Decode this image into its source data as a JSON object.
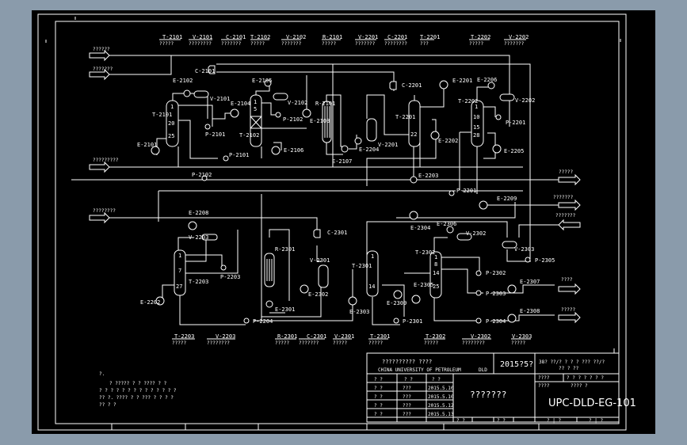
{
  "colors": {
    "background": "#8a9bab",
    "canvas": "#000000",
    "lines": "#ffffff"
  },
  "header_tags": [
    {
      "tag": "T-2101",
      "sub": "?????"
    },
    {
      "tag": "V-2101",
      "sub": "????????"
    },
    {
      "tag": "C-2101",
      "sub": "???????"
    },
    {
      "tag": "T-2102",
      "sub": "?????"
    },
    {
      "tag": "V-2102",
      "sub": "???????"
    },
    {
      "tag": "R-2101",
      "sub": "?????"
    },
    {
      "tag": "V-2201",
      "sub": "???????"
    },
    {
      "tag": "C-2201",
      "sub": "????????"
    },
    {
      "tag": "T-2201",
      "sub": "???"
    },
    {
      "tag": "T-2202",
      "sub": "?????"
    },
    {
      "tag": "V-2202",
      "sub": "???????"
    }
  ],
  "footer_tags": [
    {
      "tag": "T-2203",
      "sub": "?????"
    },
    {
      "tag": "V-2203",
      "sub": "????????"
    },
    {
      "tag": "R-2301",
      "sub": "?????"
    },
    {
      "tag": "C-2301",
      "sub": "???????"
    },
    {
      "tag": "V-2301",
      "sub": "?????"
    },
    {
      "tag": "T-2301",
      "sub": "?????"
    },
    {
      "tag": "T-2302",
      "sub": "?????"
    },
    {
      "tag": "V-2302",
      "sub": "????????"
    },
    {
      "tag": "V-2303",
      "sub": "?????"
    }
  ],
  "inlet_streams": [
    "??????",
    "???????",
    "?????????",
    "????????"
  ],
  "outlet_streams": [
    "?????",
    "???????",
    "???????",
    "????",
    "?????"
  ],
  "tags": {
    "upper": [
      "C-2101",
      "E-2102",
      "V-2101",
      "T-2101",
      "E-2101",
      "P-2101",
      "E-2105",
      "E-2104",
      "V-2102",
      "P-2102",
      "T-2102",
      "E-2103",
      "E-2106",
      "P-2101",
      "R-2101",
      "E-2107",
      "C-2201",
      "E-2201",
      "E-2206",
      "T-2201",
      "T-2202",
      "V-2202",
      "P-2201",
      "E-2202",
      "E-2204",
      "V-2201",
      "E-2205",
      "E-2203",
      "P-2201",
      "P-2102",
      "E-2209"
    ],
    "lower": [
      "E-2208",
      "V-2203",
      "T-2203",
      "P-2203",
      "E-2202",
      "R-2301",
      "E-2301",
      "P-2204",
      "C-2301",
      "V-2301",
      "E-2302",
      "E-2304",
      "E-2306",
      "V-2302",
      "T-2302",
      "T-2301",
      "E-2303",
      "E-2305",
      "E-2309",
      "P-2301",
      "P-2302",
      "P-2303",
      "P-2304",
      "E-2307",
      "E-2308",
      "V-2303",
      "P-2305"
    ]
  },
  "tray_numbers": {
    "t2101": [
      "1",
      "20",
      "25"
    ],
    "t2102": [
      "1",
      "5"
    ],
    "t2201": [
      "22"
    ],
    "t2202": [
      "1",
      "10",
      "15",
      "28"
    ],
    "t2203": [
      "1",
      "7",
      "27"
    ],
    "t2301": [
      "1",
      "14"
    ],
    "t2302": [
      "1",
      "8",
      "14",
      "25"
    ]
  },
  "notes": [
    "?.",
    "? ????? ? ? ???? ? ?",
    "? ? ? ? ? ? ? ? ? ? ? ? ? ?",
    "?? ?. ???? ? ? ??? ? ? ? ?",
    "?? ? ?"
  ],
  "title_block": {
    "school_cn": "?????????? ????",
    "school_en": "CHINA UNIVERSITY OF PETROLEUM",
    "school_code": "DLD",
    "date_header": "2015?5?",
    "project": "38? ??/? ? ? ? ??? ??/?",
    "project_2": "?? ? ??",
    "field1_label": "????",
    "field1_value": "? ? ? ? ? ? ?",
    "field2_label": "????",
    "field2_value": "???? ?",
    "drawing_title": "???????",
    "drawing_number": "UPC-DLD-EG-101",
    "sign_header": [
      "? ?",
      "? ?",
      "? ?"
    ],
    "sign_rows": [
      [
        "? ?",
        "???",
        "2015.5.10"
      ],
      [
        "? ?",
        "???",
        "2015.5.10"
      ],
      [
        "? ?",
        "???",
        "2015.5.12"
      ],
      [
        "? ?",
        "???",
        "2015.5.13"
      ]
    ],
    "bottom_cells": [
      "? ?",
      "? ?",
      "? | ?",
      "? | ?"
    ]
  }
}
